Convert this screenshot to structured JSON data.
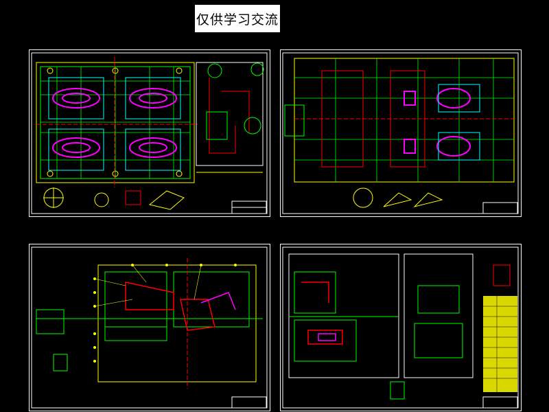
{
  "header": {
    "title": "仅供学习交流"
  },
  "colors": {
    "background": "#000000",
    "frame": "#ffffff",
    "primary_line": "#00ff00",
    "secondary_line": "#ffff00",
    "highlight": "#ff00ff",
    "accent_red": "#ff0000",
    "accent_cyan": "#00ffff"
  },
  "sheets": [
    {
      "name": "sheet-top-left"
    },
    {
      "name": "sheet-top-right"
    },
    {
      "name": "sheet-bottom-left"
    },
    {
      "name": "sheet-bottom-right"
    }
  ]
}
